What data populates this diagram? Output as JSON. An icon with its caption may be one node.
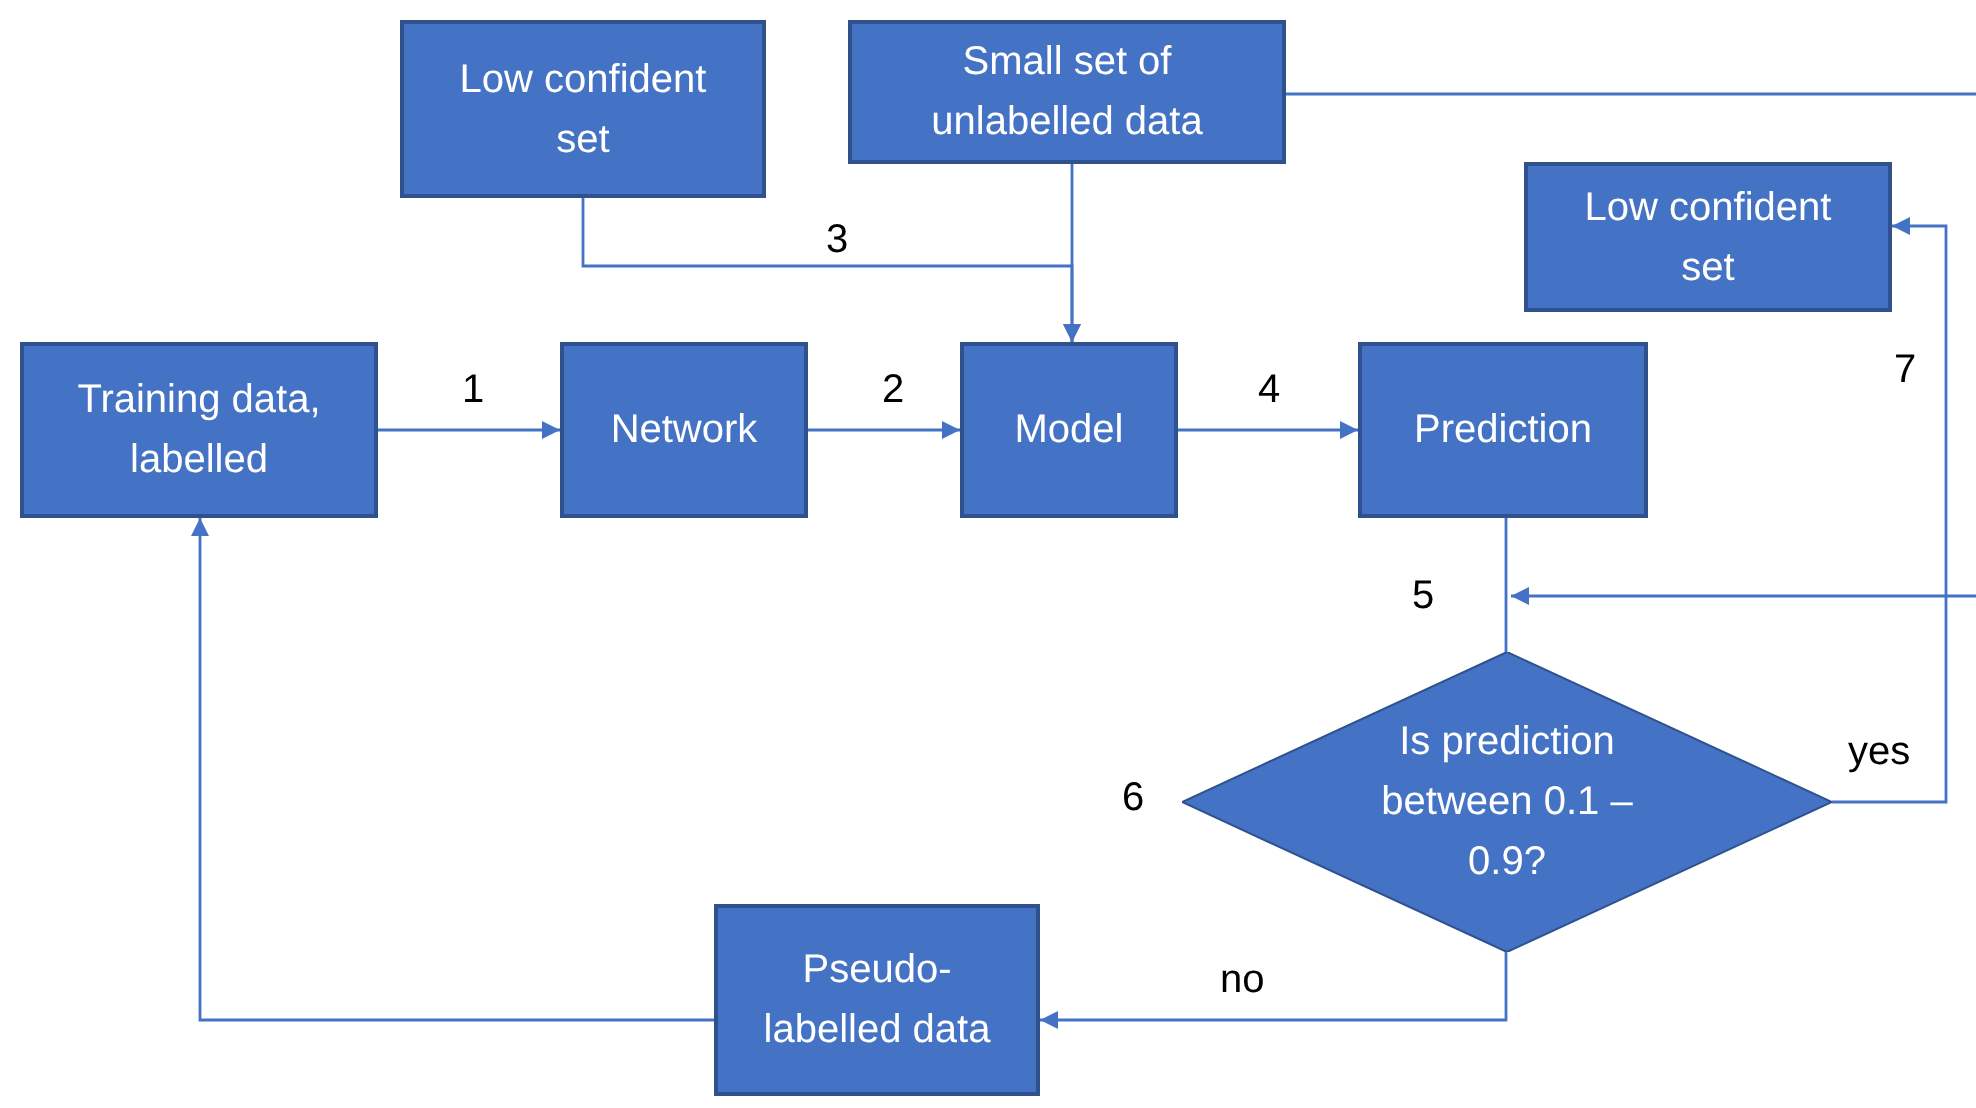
{
  "diagram": {
    "nodes": [
      {
        "text": [
          "Low confident set"
        ]
      },
      {
        "text": [
          "Small set of unlabelled data"
        ]
      },
      {
        "text": [
          "Low confident set"
        ]
      },
      {
        "text": [
          "Training data, labelled"
        ]
      },
      {
        "text": [
          "Network"
        ]
      },
      {
        "text": [
          "Model"
        ]
      },
      {
        "text": [
          "Prediction"
        ]
      },
      {
        "text": [
          "Is prediction between 0.1 – 0.9?"
        ],
        "beside": [
          "6"
        ]
      },
      {
        "text": [
          "Pseudo-labelled data"
        ]
      }
    ],
    "edges": [
      {
        "from": 3,
        "to": 4,
        "arrow": "to",
        "label": "1"
      },
      {
        "from": 4,
        "to": 5,
        "arrow": "to",
        "label": "2"
      },
      {
        "from": 0,
        "to": 5,
        "arrow": "to",
        "label": "3"
      },
      {
        "from": 1,
        "to": 5,
        "arrow": "to"
      },
      {
        "from": 5,
        "to": 6,
        "arrow": "to",
        "label": "4"
      },
      {
        "from": 6,
        "to": 7,
        "arrow": "none",
        "label": "5"
      },
      {
        "from": 7,
        "to": 2,
        "arrow": "to",
        "label": "yes"
      },
      {
        "from": 7,
        "to": 8,
        "arrow": "to",
        "label": "no"
      },
      {
        "from": 8,
        "to": 3,
        "arrow": "to"
      },
      {
        "from": 1,
        "to": null,
        "arrow": "none"
      },
      {
        "from": null,
        "to": 7,
        "arrow": "to"
      }
    ],
    "labels": [
      "7"
    ]
  }
}
